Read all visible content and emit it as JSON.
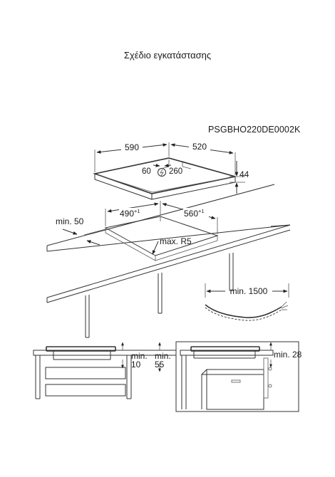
{
  "header": {
    "title": "Σχέδιο εγκατάστασης",
    "code": "PSGBHO220DE0002K"
  },
  "hob_dimensions": {
    "width": "590",
    "depth": "520",
    "height": "44",
    "cable_left": "60",
    "cable_right": "260"
  },
  "cutout": {
    "min_back": "min. 50",
    "width": "490",
    "width_tol": "+1",
    "depth": "560",
    "depth_tol": "+1",
    "radius": "max. R5"
  },
  "cable": {
    "length": "min. 1500"
  },
  "section_left": {
    "min1_label": "min.",
    "min1_value": "10",
    "min2_label": "min.",
    "min2_value": "55"
  },
  "section_right": {
    "min_label": "min. 28"
  }
}
